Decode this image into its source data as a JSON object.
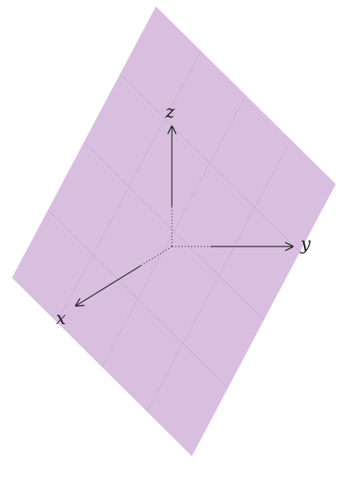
{
  "diagram": {
    "plane_color": "#d9bfdf",
    "grid_color": "#c9aecf",
    "axis_color": "#2a2a2a",
    "axes": {
      "x_label": "x",
      "y_label": "y",
      "z_label": "z"
    }
  }
}
